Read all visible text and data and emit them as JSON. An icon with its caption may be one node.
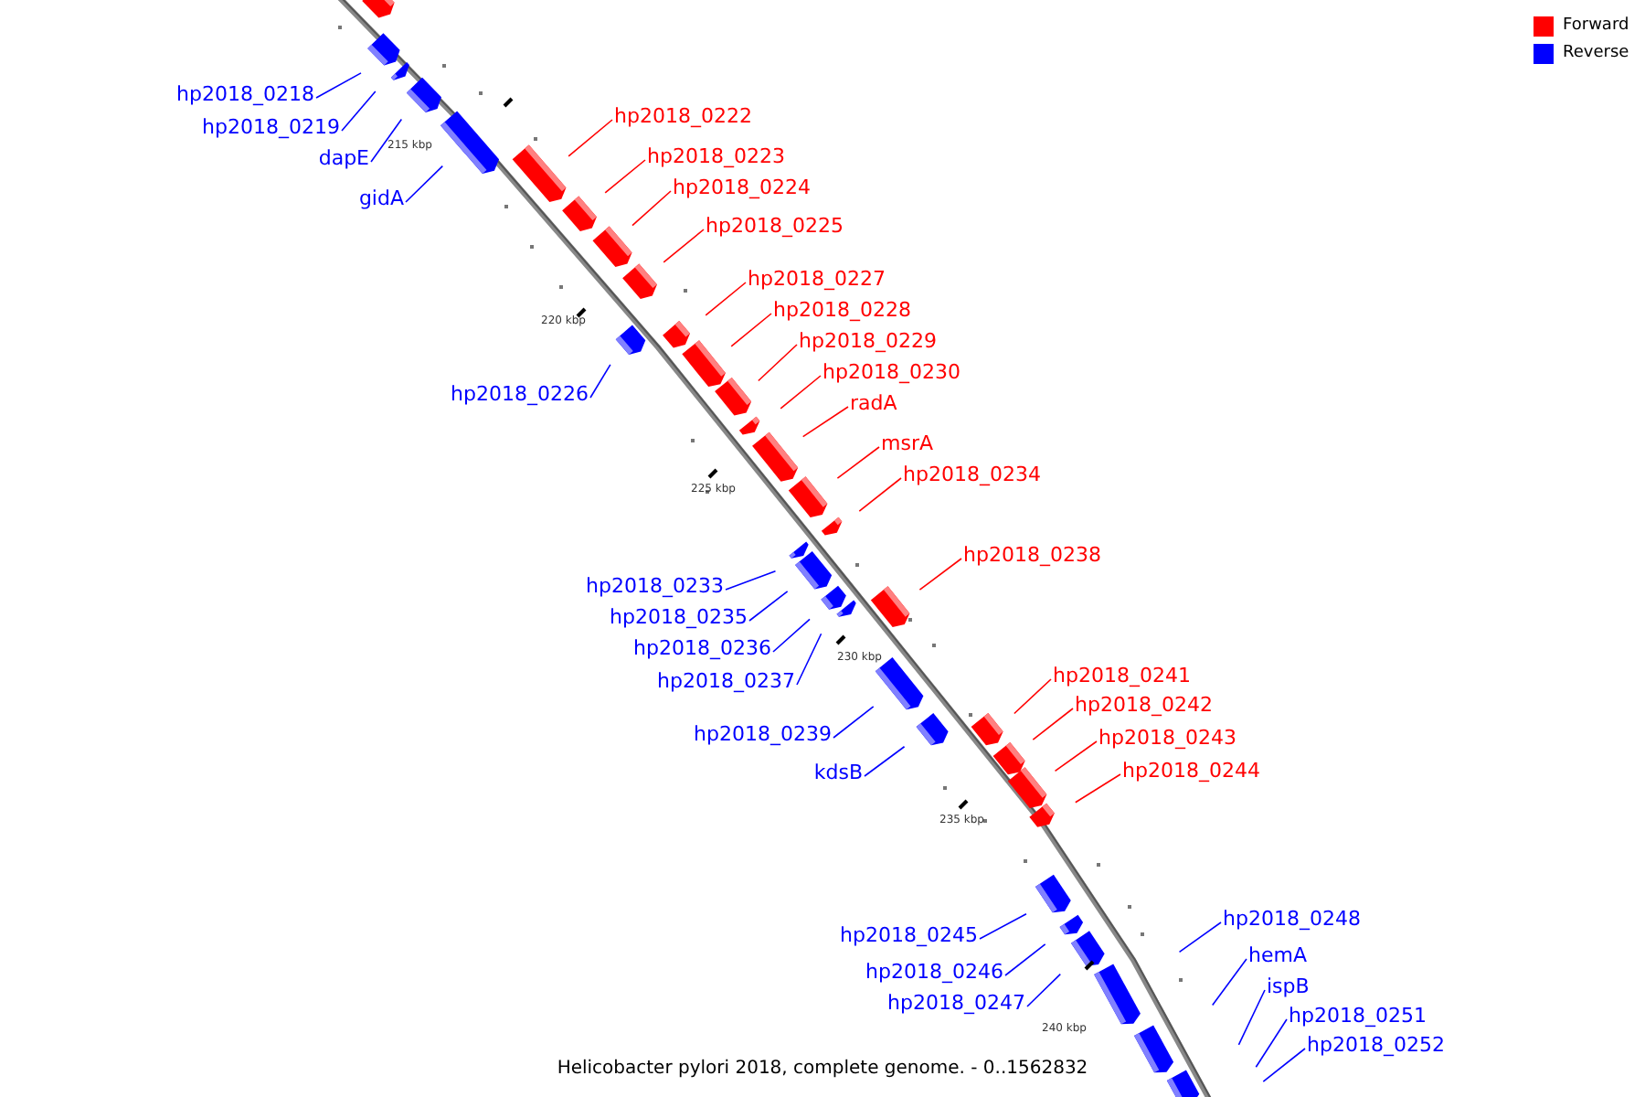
{
  "diagram": {
    "caption": "Helicobacter pylori 2018, complete genome. - 0..1562832",
    "nodes": [
      {
        "text": [
          "hp2018_0218"
        ]
      },
      {
        "text": [
          "hp2018_0222"
        ]
      },
      {
        "text": [
          "hp2018_0219"
        ]
      },
      {
        "text": [
          "hp2018_0223"
        ]
      },
      {
        "text": [
          "dapE"
        ]
      },
      {
        "text": [
          "hp2018_0224"
        ]
      },
      {
        "text": [
          "gidA"
        ]
      },
      {
        "text": [
          "hp2018_0225"
        ]
      },
      {
        "text": [
          "hp2018_0227"
        ]
      },
      {
        "text": [
          "hp2018_0228"
        ]
      },
      {
        "text": [
          "hp2018_0229"
        ]
      },
      {
        "text": [
          "hp2018_0230"
        ]
      },
      {
        "text": [
          "hp2018_0226"
        ]
      },
      {
        "text": [
          "radA"
        ]
      },
      {
        "text": [
          "msrA"
        ]
      },
      {
        "text": [
          "hp2018_0234"
        ]
      },
      {
        "text": [
          "hp2018_0238"
        ]
      },
      {
        "text": [
          "hp2018_0233"
        ]
      },
      {
        "text": [
          "hp2018_0235"
        ]
      },
      {
        "text": [
          "hp2018_0236"
        ]
      },
      {
        "text": [
          "hp2018_0241"
        ]
      },
      {
        "text": [
          "hp2018_0237"
        ]
      },
      {
        "text": [
          "hp2018_0242"
        ]
      },
      {
        "text": [
          "hp2018_0239"
        ]
      },
      {
        "text": [
          "hp2018_0243"
        ]
      },
      {
        "text": [
          "hp2018_0244"
        ]
      },
      {
        "text": [
          "kdsB"
        ]
      },
      {
        "text": [
          "hp2018_0248"
        ]
      },
      {
        "text": [
          "hp2018_0245"
        ]
      },
      {
        "text": [
          "hemA"
        ]
      },
      {
        "text": [
          "hp2018_0246"
        ]
      },
      {
        "text": [
          "ispB"
        ]
      },
      {
        "text": [
          "hp2018_0247"
        ]
      },
      {
        "text": [
          "hp2018_0251"
        ]
      },
      {
        "text": [
          "hp2018_0252"
        ]
      }
    ],
    "edges": [
      {
        "from": 0,
        "to": null,
        "arrow": "none"
      },
      {
        "from": 1,
        "to": null,
        "arrow": "none",
        "color": "#ff0000"
      },
      {
        "from": 2,
        "to": null,
        "arrow": "none"
      },
      {
        "from": 3,
        "to": null,
        "arrow": "none",
        "color": "#ff0000"
      },
      {
        "from": 4,
        "to": null,
        "arrow": "none"
      },
      {
        "from": 5,
        "to": null,
        "arrow": "none",
        "color": "#ff0000"
      },
      {
        "from": 6,
        "to": null,
        "arrow": "none"
      },
      {
        "from": 7,
        "to": null,
        "arrow": "none",
        "color": "#ff0000"
      },
      {
        "from": 8,
        "to": null,
        "arrow": "none",
        "color": "#ff0000"
      },
      {
        "from": 9,
        "to": null,
        "arrow": "none",
        "color": "#ff0000"
      },
      {
        "from": 10,
        "to": null,
        "arrow": "none",
        "color": "#ff0000"
      },
      {
        "from": 11,
        "to": null,
        "arrow": "none",
        "color": "#ff0000"
      },
      {
        "from": 12,
        "to": null,
        "arrow": "none"
      },
      {
        "from": 13,
        "to": null,
        "arrow": "none",
        "color": "#ff0000"
      },
      {
        "from": 14,
        "to": null,
        "arrow": "none",
        "color": "#ff0000"
      },
      {
        "from": 15,
        "to": null,
        "arrow": "none",
        "color": "#ff0000"
      },
      {
        "from": 16,
        "to": null,
        "arrow": "none",
        "color": "#ff0000"
      },
      {
        "from": 17,
        "to": null,
        "arrow": "none"
      },
      {
        "from": 18,
        "to": null,
        "arrow": "none"
      },
      {
        "from": 19,
        "to": null,
        "arrow": "none"
      },
      {
        "from": 20,
        "to": null,
        "arrow": "none",
        "color": "#ff0000"
      },
      {
        "from": 21,
        "to": null,
        "arrow": "none"
      },
      {
        "from": 22,
        "to": null,
        "arrow": "none",
        "color": "#ff0000"
      },
      {
        "from": 23,
        "to": null,
        "arrow": "none"
      },
      {
        "from": 24,
        "to": null,
        "arrow": "none",
        "color": "#ff0000"
      },
      {
        "from": 25,
        "to": null,
        "arrow": "none",
        "color": "#ff0000"
      },
      {
        "from": 26,
        "to": null,
        "arrow": "none"
      },
      {
        "from": 27,
        "to": null,
        "arrow": "none"
      },
      {
        "from": 28,
        "to": null,
        "arrow": "none"
      },
      {
        "from": 29,
        "to": null,
        "arrow": "none"
      },
      {
        "from": 30,
        "to": null,
        "arrow": "none"
      },
      {
        "from": 31,
        "to": null,
        "arrow": "none"
      },
      {
        "from": 32,
        "to": null,
        "arrow": "none"
      },
      {
        "from": 33,
        "to": null,
        "arrow": "none"
      },
      {
        "from": 34,
        "to": null,
        "arrow": "none"
      }
    ],
    "labels": [
      "215 kbp",
      "220 kbp",
      "225 kbp",
      "230 kbp",
      "235 kbp",
      "240 kbp"
    ],
    "legend": [
      {
        "text": "Forward",
        "color": "#ff0000"
      },
      {
        "text": "Reverse",
        "color": "#0000ff"
      }
    ]
  }
}
